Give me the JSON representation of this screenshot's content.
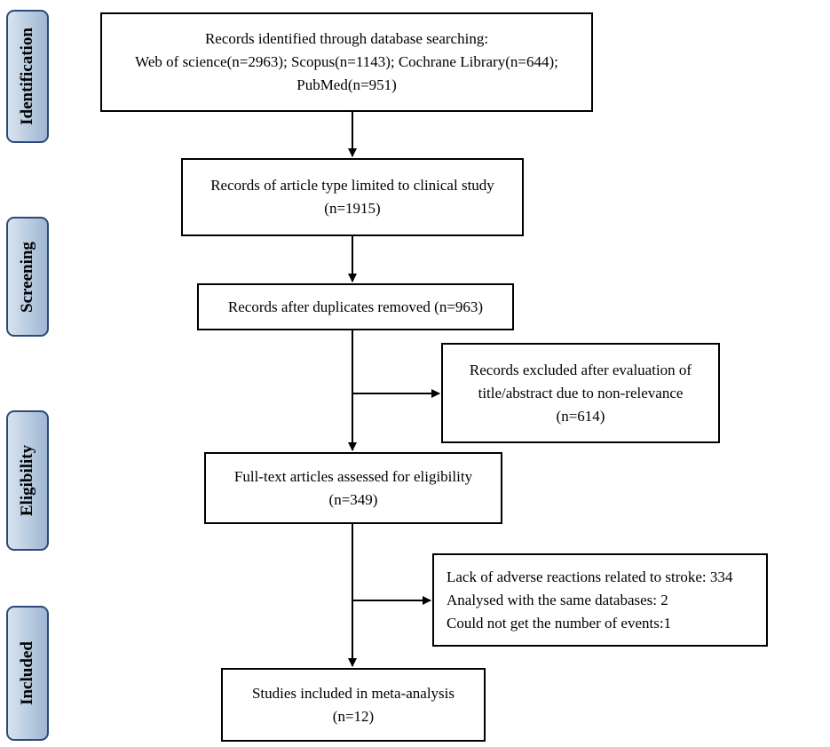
{
  "phases": {
    "identification": "Identification",
    "screening": "Screening",
    "eligibility": "Eligibility",
    "included": "Included"
  },
  "boxes": {
    "identified": {
      "line1": "Records identified through database searching:",
      "line2": "Web of science(n=2963); Scopus(n=1143); Cochrane Library(n=644);",
      "line3": "PubMed(n=951)"
    },
    "article_type": {
      "line1": "Records of article type limited to clinical study",
      "line2": "(n=1915)"
    },
    "duplicates": {
      "line1": "Records after duplicates removed (n=963)"
    },
    "excluded_title": {
      "line1": "Records excluded after evaluation of",
      "line2": "title/abstract due to non-relevance",
      "line3": "(n=614)"
    },
    "full_text": {
      "line1": "Full-text articles assessed for eligibility",
      "line2": "(n=349)"
    },
    "excluded_full": {
      "line1": "Lack of adverse reactions related to stroke: 334",
      "line2": "Analysed with the same databases: 2",
      "line3": "Could not get the number of events:1"
    },
    "included": {
      "line1": "Studies included in meta-analysis",
      "line2": "(n=12)"
    }
  }
}
